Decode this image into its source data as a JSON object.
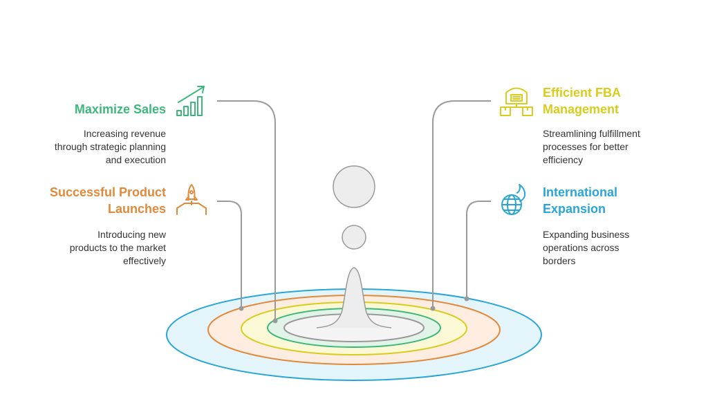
{
  "colors": {
    "sales": "#3cb87a",
    "launches": "#e0893a",
    "fba": "#d8cc1e",
    "international": "#2aa5d8",
    "connector": "#9a9a9a",
    "drop": "#ededed",
    "drop_stroke": "#999999"
  },
  "items": [
    {
      "id": "sales",
      "title": "Maximize Sales",
      "description": "Increasing revenue through strategic planning and execution",
      "icon": "growth-chart-icon"
    },
    {
      "id": "launches",
      "title": "Successful Product Launches",
      "description": "Introducing new products to the market effectively",
      "icon": "rocket-launch-icon"
    },
    {
      "id": "fba",
      "title": "Efficient FBA Management",
      "description": "Streamlining fulfillment processes for better efficiency",
      "icon": "warehouse-icon"
    },
    {
      "id": "international",
      "title": "International Expansion",
      "description": "Expanding business operations across borders",
      "icon": "globe-icon"
    }
  ]
}
